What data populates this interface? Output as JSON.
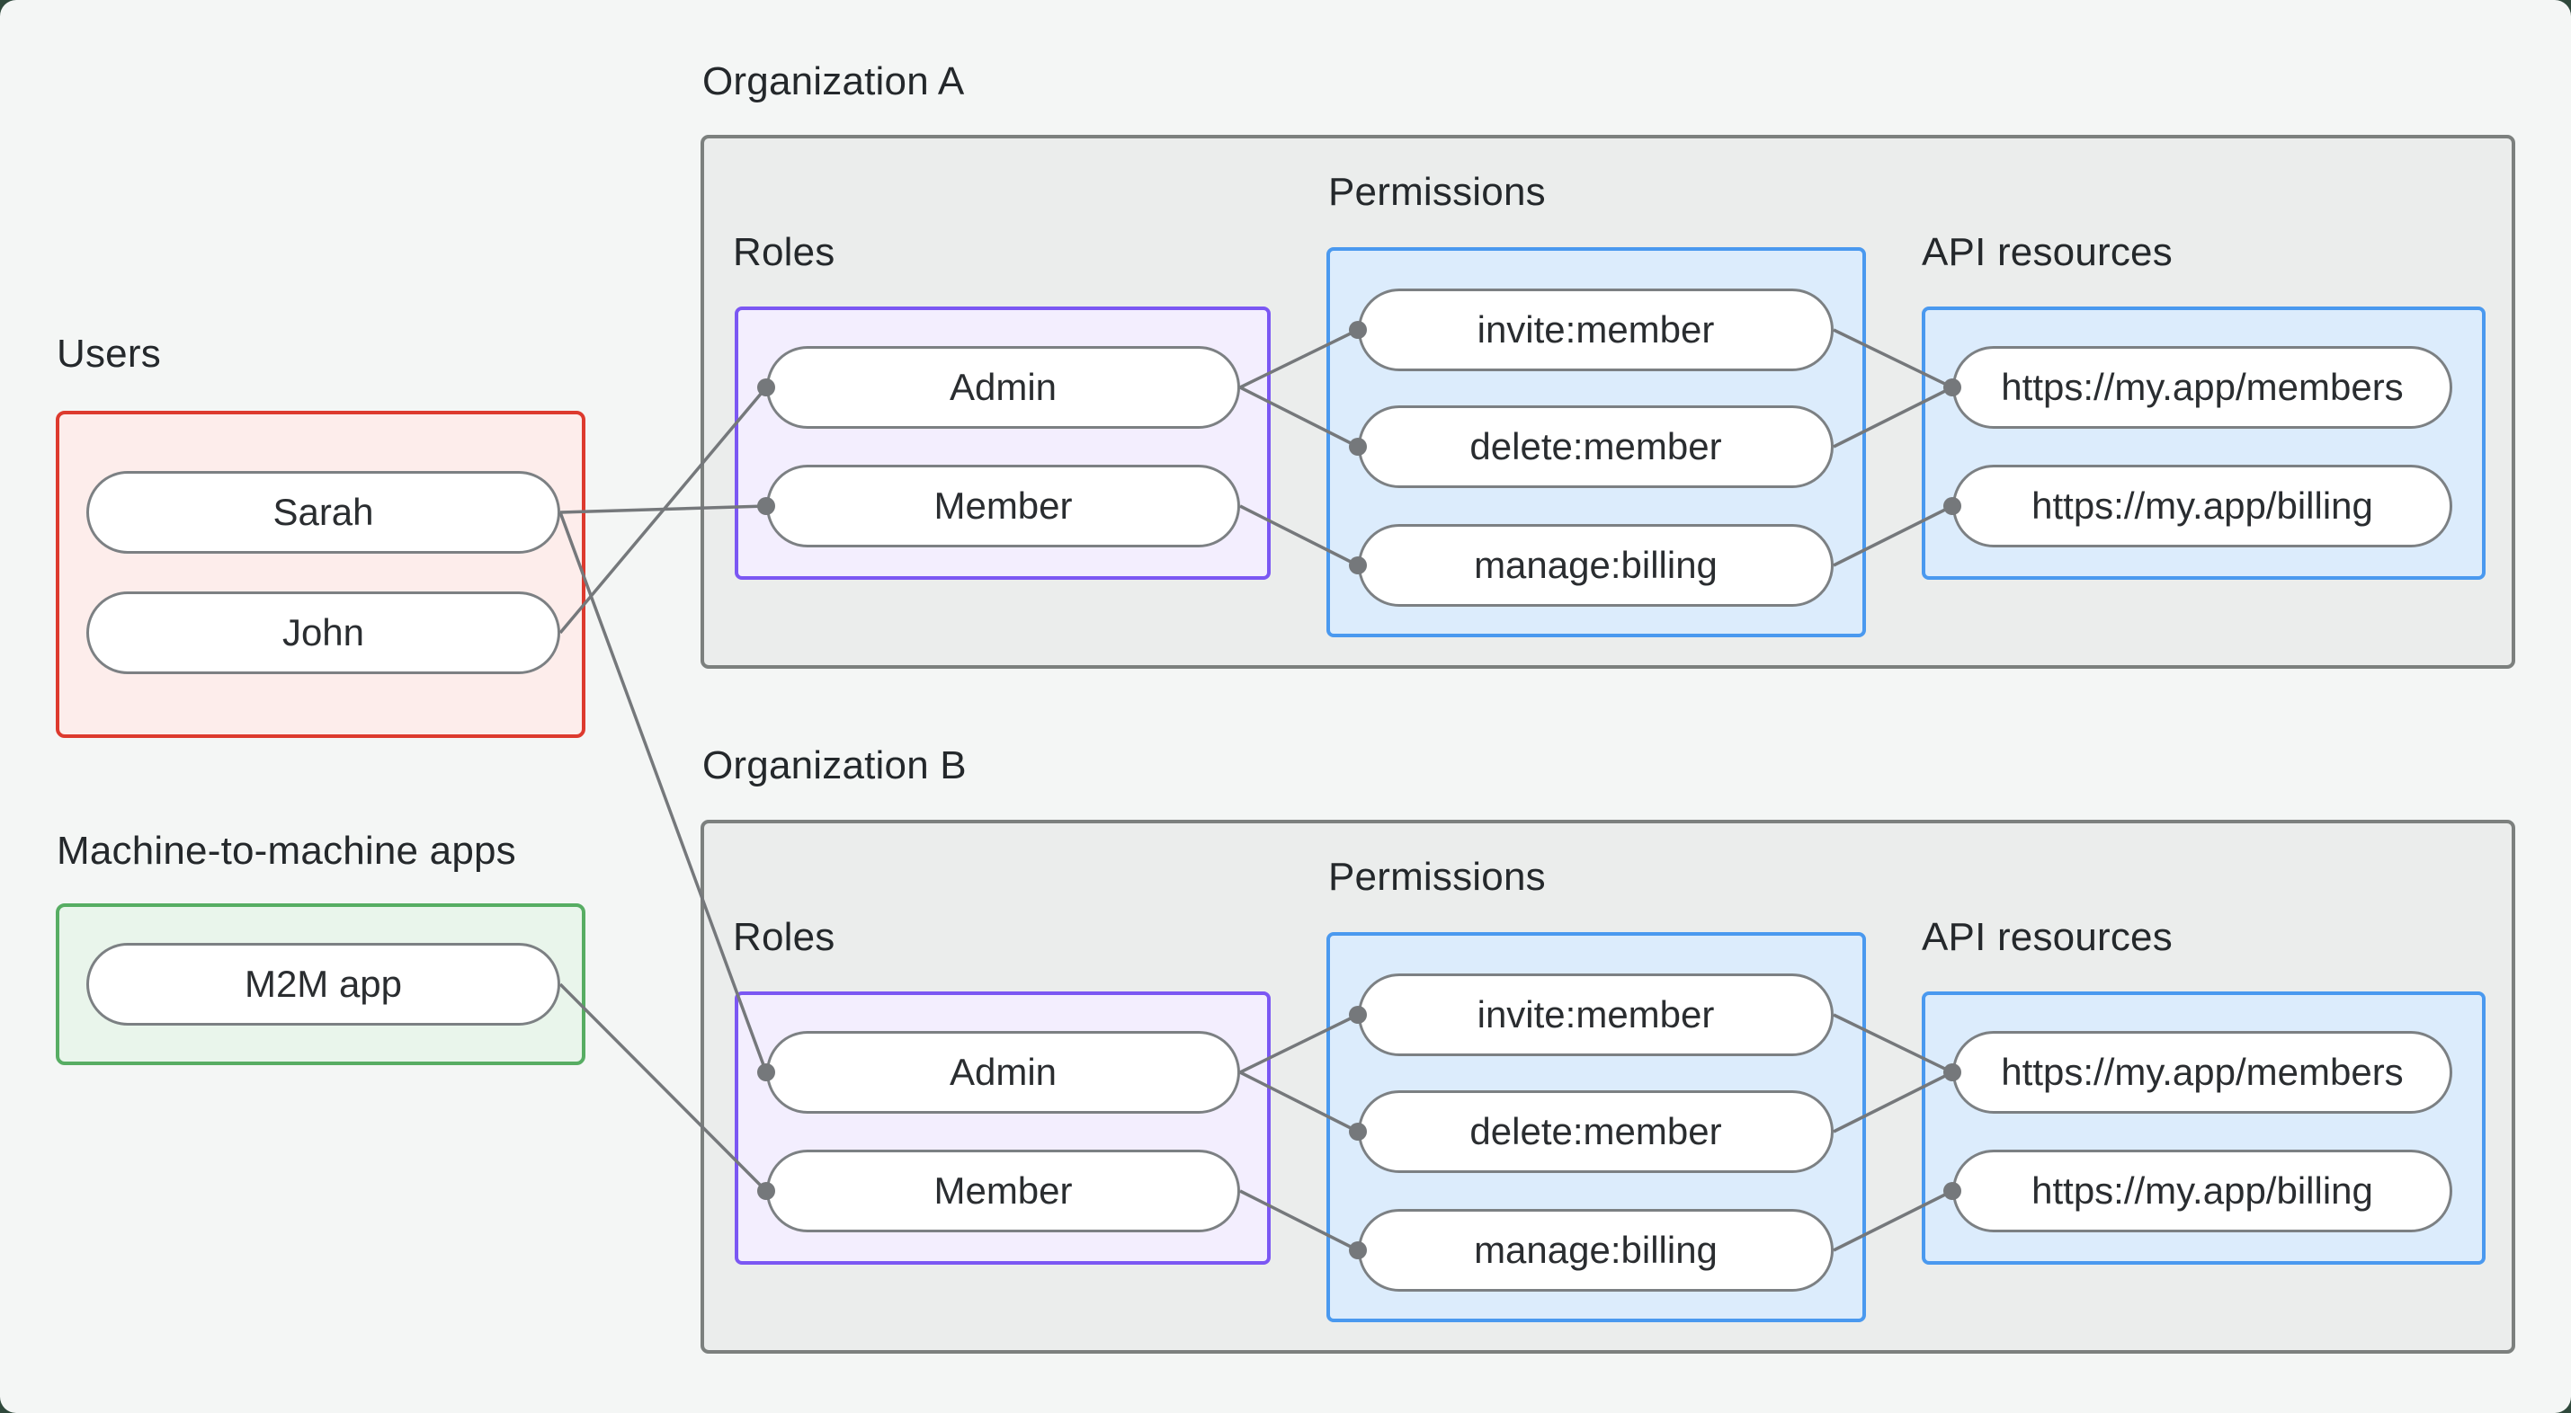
{
  "diagram": {
    "users_section": {
      "label": "Users",
      "items": [
        "Sarah",
        "John"
      ]
    },
    "m2m_section": {
      "label": "Machine-to-machine apps",
      "items": [
        "M2M app"
      ]
    },
    "org_a": {
      "title": "Organization A",
      "roles_label": "Roles",
      "roles": [
        "Admin",
        "Member"
      ],
      "permissions_label": "Permissions",
      "permissions": [
        "invite:member",
        "delete:member",
        "manage:billing"
      ],
      "api_label": "API resources",
      "api_resources": [
        "https://my.app/members",
        "https://my.app/billing"
      ]
    },
    "org_b": {
      "title": "Organization B",
      "roles_label": "Roles",
      "roles": [
        "Admin",
        "Member"
      ],
      "permissions_label": "Permissions",
      "permissions": [
        "invite:member",
        "delete:member",
        "manage:billing"
      ],
      "api_label": "API resources",
      "api_resources": [
        "https://my.app/members",
        "https://my.app/billing"
      ]
    },
    "connections": [
      {
        "from": "Sarah",
        "to": "Organization A / Member"
      },
      {
        "from": "John",
        "to": "Organization A / Admin"
      },
      {
        "from": "Sarah",
        "to": "Organization B / Admin"
      },
      {
        "from": "M2M app",
        "to": "Organization B / Member"
      },
      {
        "from": "Organization A / Admin",
        "to": "Organization A / invite:member"
      },
      {
        "from": "Organization A / Admin",
        "to": "Organization A / delete:member"
      },
      {
        "from": "Organization A / Member",
        "to": "Organization A / manage:billing"
      },
      {
        "from": "Organization A / invite:member",
        "to": "Organization A / https://my.app/members"
      },
      {
        "from": "Organization A / delete:member",
        "to": "Organization A / https://my.app/members"
      },
      {
        "from": "Organization A / manage:billing",
        "to": "Organization A / https://my.app/billing"
      },
      {
        "from": "Organization B / Admin",
        "to": "Organization B / invite:member"
      },
      {
        "from": "Organization B / Admin",
        "to": "Organization B / delete:member"
      },
      {
        "from": "Organization B / Member",
        "to": "Organization B / manage:billing"
      },
      {
        "from": "Organization B / invite:member",
        "to": "Organization B / https://my.app/members"
      },
      {
        "from": "Organization B / delete:member",
        "to": "Organization B / https://my.app/members"
      },
      {
        "from": "Organization B / manage:billing",
        "to": "Organization B / https://my.app/billing"
      }
    ],
    "colors": {
      "page_bg": "#f4f6f5",
      "backdrop": "#30493c",
      "users_border": "#dd3a2e",
      "users_fill": "#fdedeb",
      "m2m_border": "#57ad63",
      "m2m_fill": "#e9f5eb",
      "roles_border": "#7b57f3",
      "roles_fill": "#f3eefe",
      "perm_border": "#4a99ef",
      "perm_fill": "#dcecfc",
      "org_border": "#7c807e",
      "org_fill": "#ebedec",
      "edge": "#75787b",
      "pill_border": "#7c8083",
      "text": "#24282b"
    }
  }
}
